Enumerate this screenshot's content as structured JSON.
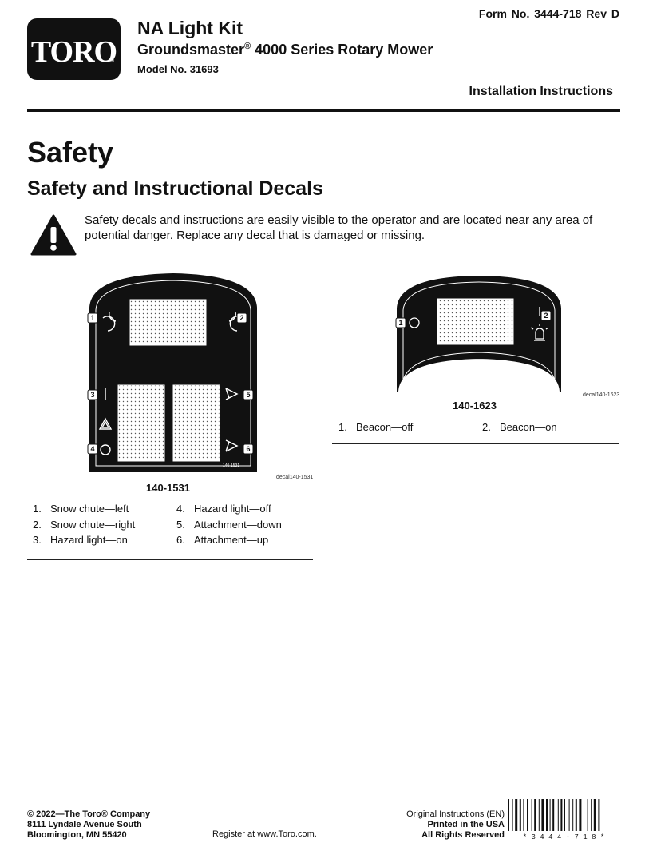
{
  "header": {
    "logo_text": "TORO",
    "logo_reg": "®",
    "title": "NA Light Kit",
    "subtitle_main": "Groundsmaster",
    "subtitle_reg": "®",
    "subtitle_rest": " 4000 Series Rotary Mower",
    "model": "Model No.  31693",
    "form_no": "Form No.  3444-718 Rev D",
    "install_label": "Installation Instructions"
  },
  "section": {
    "heading": "Safety",
    "subheading": "Safety and Instructional Decals",
    "warning_icon": "warning-triangle-icon",
    "intro": "Safety decals and instructions are easily visible to the operator and are located near any area of potential danger.  Replace any decal that is damaged or missing."
  },
  "decals": [
    {
      "part": "140-1531",
      "code": "decal140-1531",
      "stamp": "140-1531",
      "callouts": [
        "1",
        "2",
        "3",
        "4",
        "5",
        "6"
      ],
      "legend_left": [
        {
          "num": "1.",
          "text": "Snow chute—left"
        },
        {
          "num": "2.",
          "text": "Snow chute—right"
        },
        {
          "num": "3.",
          "text": "Hazard light—on"
        }
      ],
      "legend_right": [
        {
          "num": "4.",
          "text": "Hazard light—off"
        },
        {
          "num": "5.",
          "text": "Attachment—down"
        },
        {
          "num": "6.",
          "text": "Attachment—up"
        }
      ]
    },
    {
      "part": "140-1623",
      "code": "decal140-1623",
      "stamp": "140-1623",
      "callouts": [
        "1",
        "2"
      ],
      "legend_left": [
        {
          "num": "1.",
          "text": "Beacon—off"
        }
      ],
      "legend_right": [
        {
          "num": "2.",
          "text": "Beacon—on"
        }
      ]
    }
  ],
  "footer": {
    "copyright": "© 2022—The Toro® Company",
    "address1": "8111 Lyndale Avenue South",
    "address2": "Bloomington, MN 55420",
    "register": "Register at www.Toro.com.",
    "original": "Original Instructions (EN)",
    "printed": "Printed in the USA",
    "rights": "All Rights Reserved",
    "barcode_text": "* 3 4 4 4 - 7 1 8 *"
  }
}
